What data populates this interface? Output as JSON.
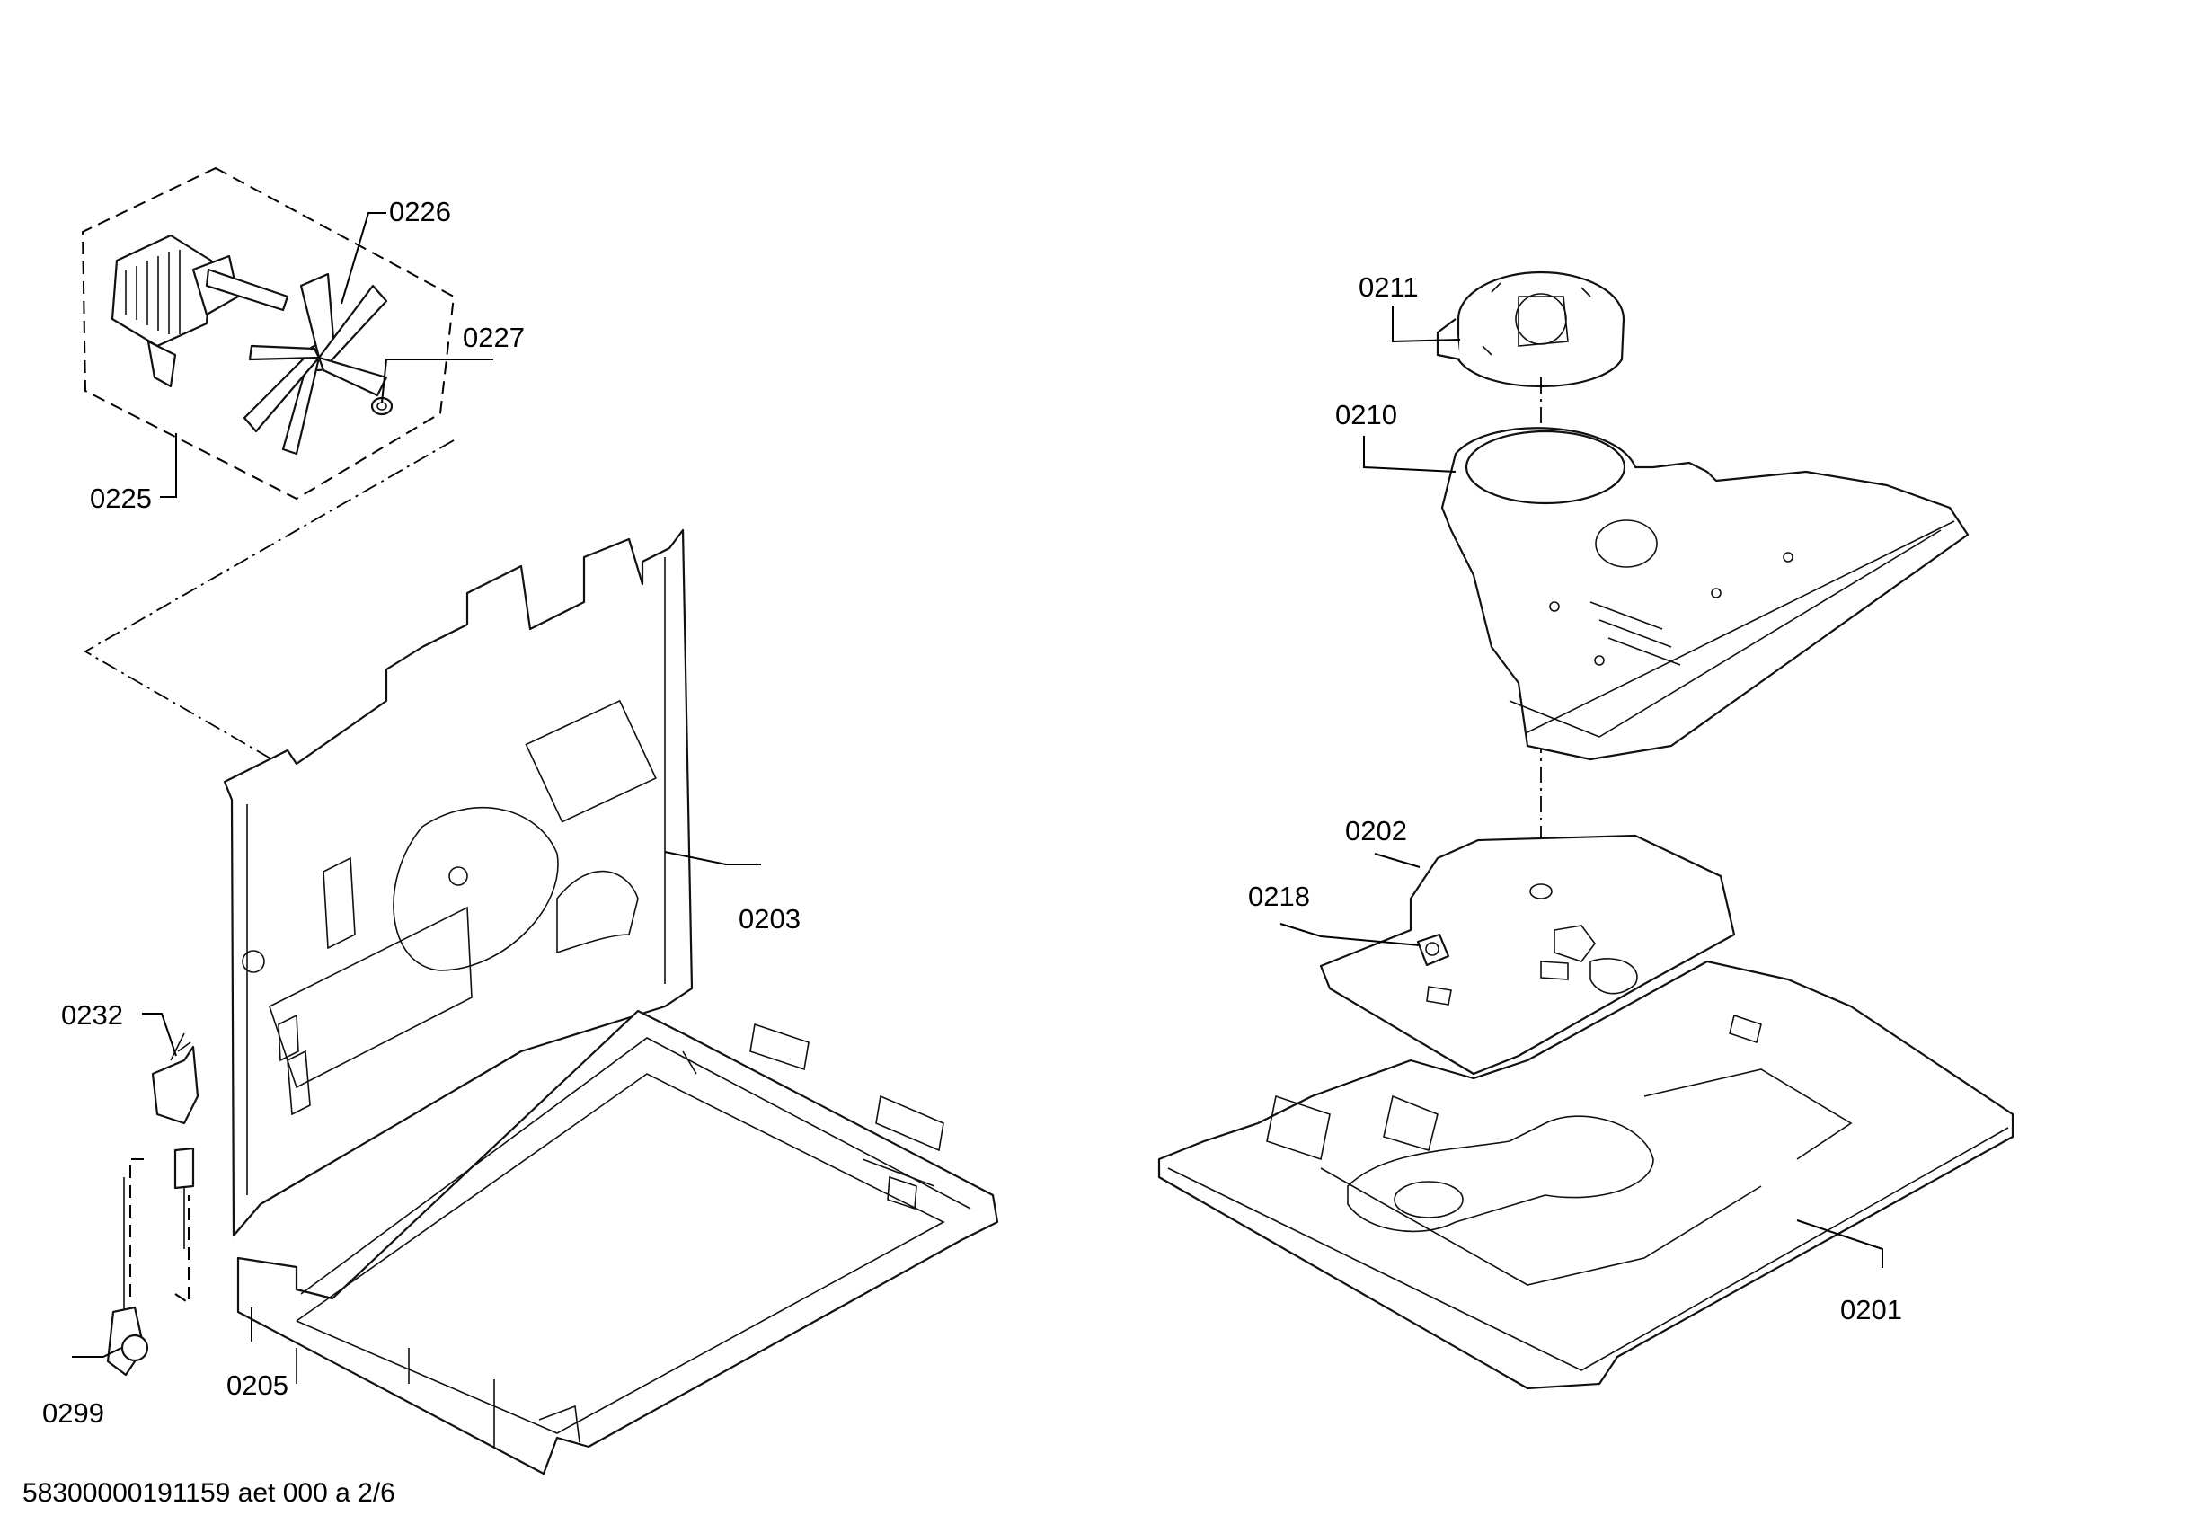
{
  "diagram": {
    "callouts": {
      "c0225": "0225",
      "c0226": "0226",
      "c0227": "0227",
      "c0203": "0203",
      "c0232": "0232",
      "c0299": "0299",
      "c0205": "0205",
      "c0211": "0211",
      "c0210": "0210",
      "c0202": "0202",
      "c0218": "0218",
      "c0201": "0201"
    },
    "footer": "58300000191159 aet 000 a 2/6"
  }
}
